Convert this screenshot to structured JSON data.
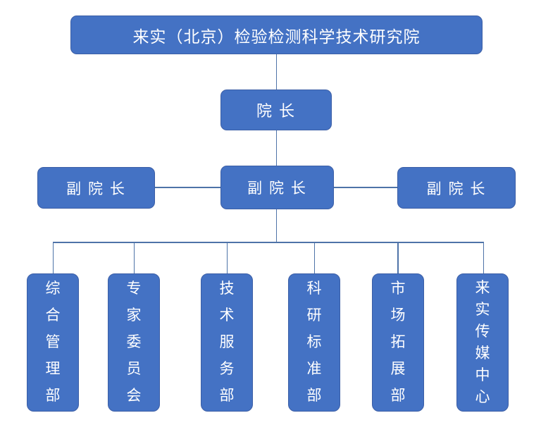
{
  "org_chart": {
    "type": "org-chart",
    "root": {
      "label": "来实（北京）检验检测科学技术研究院"
    },
    "president": {
      "label": "院 长"
    },
    "vice_presidents": [
      {
        "label": "副 院 长"
      },
      {
        "label": "副 院 长"
      },
      {
        "label": "副 院 长"
      }
    ],
    "departments": [
      {
        "label": "综合管理部"
      },
      {
        "label": "专家委员会"
      },
      {
        "label": "技术服务部"
      },
      {
        "label": "科研标准部"
      },
      {
        "label": "市场拓展部"
      },
      {
        "label": "来实传媒中心"
      }
    ],
    "colors": {
      "box_fill": "#4472C4",
      "box_border": "#3B5EA6",
      "connector": "#4E73A8",
      "text": "#FFFFFF",
      "background": "#FFFFFF"
    }
  }
}
